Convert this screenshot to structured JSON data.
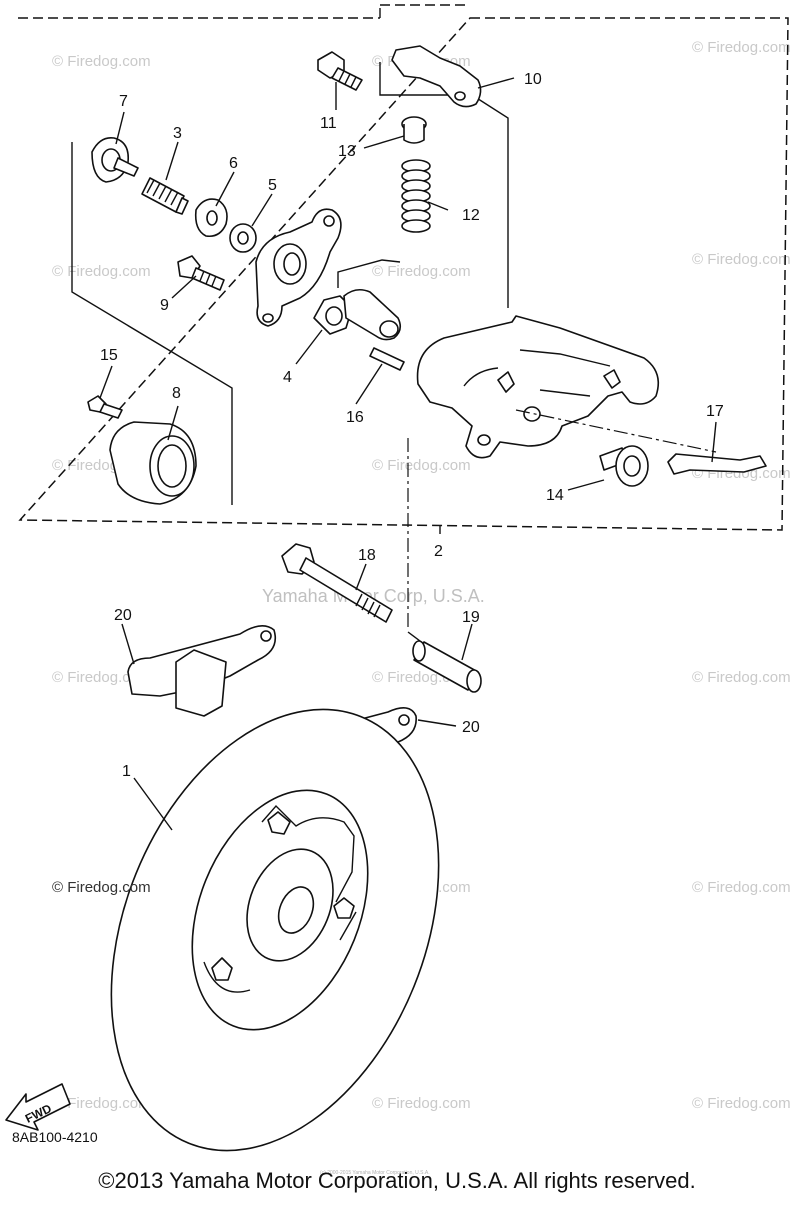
{
  "diagram_code": "8AB100-4210",
  "copyright": "©2013 Yamaha Motor Corporation, U.S.A. All rights reserved.",
  "center_watermark": "Yamaha Motor Corp, U.S.A.",
  "tiny_notice": "(c) 2000-2015 Yamaha Motor Corporation, U.S.A.",
  "watermark": "© Firedog.com",
  "fwd_label": "FWD",
  "callouts": [
    "1",
    "2",
    "3",
    "4",
    "5",
    "6",
    "7",
    "8",
    "9",
    "10",
    "11",
    "12",
    "13",
    "14",
    "15",
    "16",
    "17",
    "18",
    "19",
    "20",
    "20"
  ]
}
